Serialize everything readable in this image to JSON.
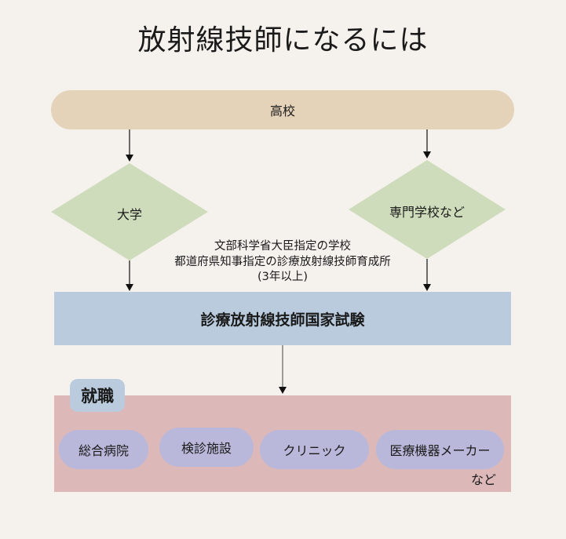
{
  "title": "放射線技師になるには",
  "colors": {
    "background": "#f5f2ee",
    "high_school": "#e5d3b9",
    "path_diamond": "#cfdcbb",
    "exam": "#b9cbdd",
    "jobs_area": "#dcb8b8",
    "job_pill": "#b9b8da",
    "arrow": "#111111"
  },
  "start": {
    "label": "高校"
  },
  "paths": [
    {
      "label": "大学"
    },
    {
      "label": "専門学校など"
    }
  ],
  "note": {
    "lines": [
      "文部科学省大臣指定の学校",
      "都道府県知事指定の診療放射線技師育成所",
      "(3年以上)"
    ]
  },
  "exam": {
    "label": "診療放射線技師国家試験"
  },
  "employment": {
    "badge": "就職",
    "jobs": [
      {
        "label": "総合病院"
      },
      {
        "label": "検診施設"
      },
      {
        "label": "クリニック"
      },
      {
        "label": "医療機器メーカー"
      }
    ],
    "etc": "など"
  }
}
